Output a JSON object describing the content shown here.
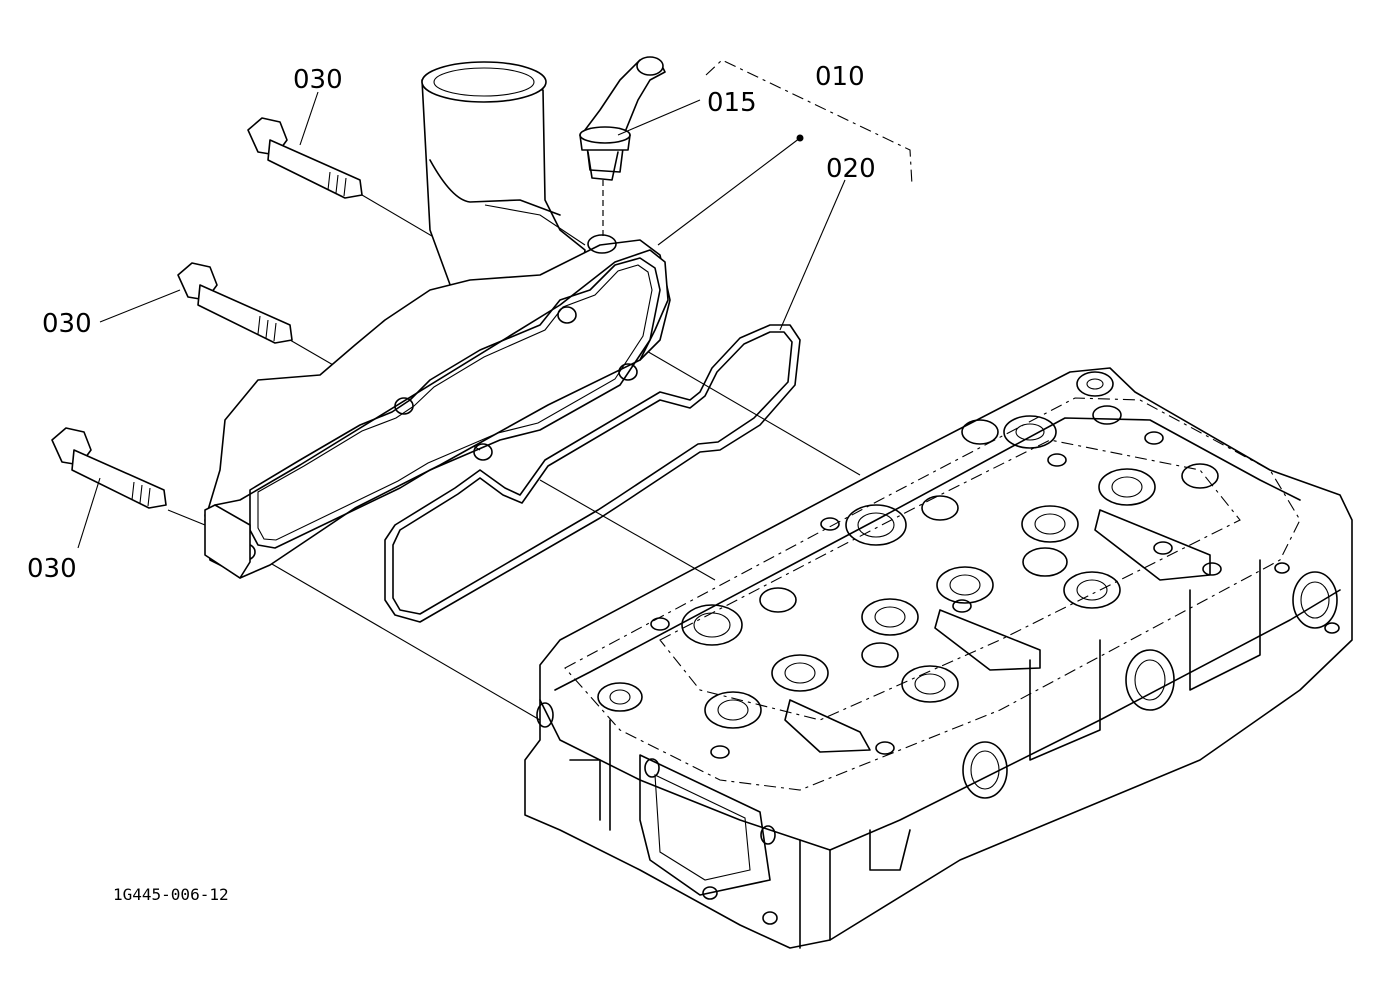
{
  "diagram": {
    "labels": {
      "bolt_top": "030",
      "bolt_mid": "030",
      "bolt_bottom": "030",
      "assembly": "010",
      "pipe": "015",
      "gasket": "020"
    },
    "figure_code": "1G445-006-12"
  }
}
